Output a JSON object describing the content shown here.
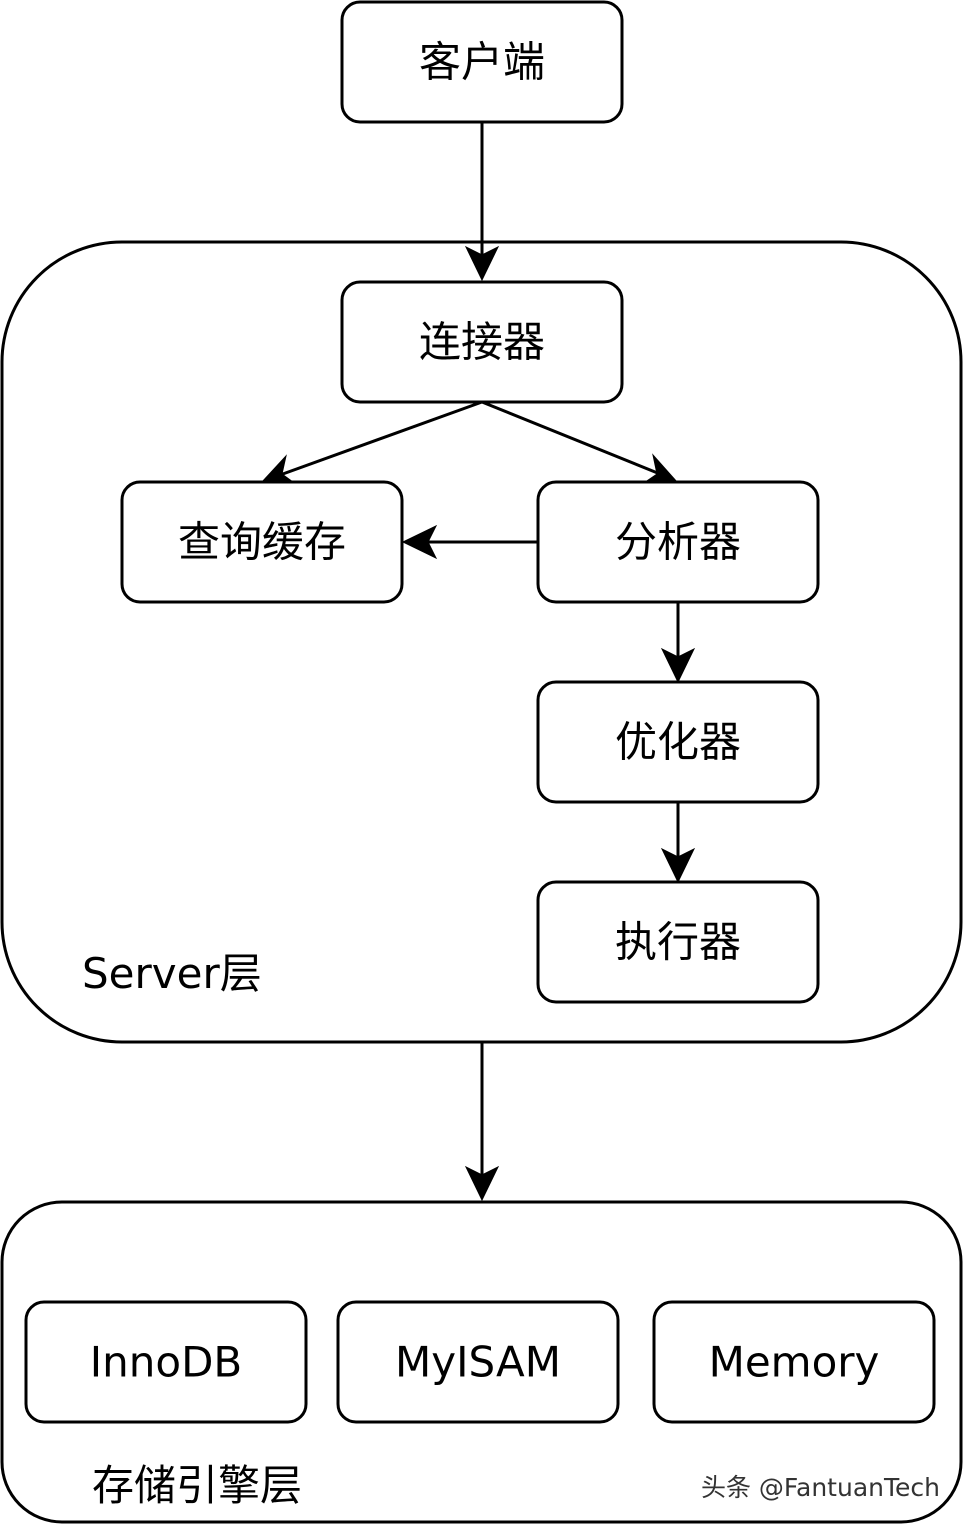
{
  "layers": {
    "server": {
      "label": "Server层"
    },
    "storage": {
      "label": "存储引擎层"
    }
  },
  "nodes": {
    "client": {
      "label": "客户端"
    },
    "connector": {
      "label": "连接器"
    },
    "query_cache": {
      "label": "查询缓存"
    },
    "analyzer": {
      "label": "分析器"
    },
    "optimizer": {
      "label": "优化器"
    },
    "executor": {
      "label": "执行器"
    },
    "innodb": {
      "label": "InnoDB"
    },
    "myisam": {
      "label": "MyISAM"
    },
    "memory": {
      "label": "Memory"
    }
  },
  "edges": [
    {
      "from": "client",
      "to": "connector"
    },
    {
      "from": "connector",
      "to": "query_cache"
    },
    {
      "from": "connector",
      "to": "analyzer"
    },
    {
      "from": "analyzer",
      "to": "query_cache"
    },
    {
      "from": "analyzer",
      "to": "optimizer"
    },
    {
      "from": "optimizer",
      "to": "executor"
    },
    {
      "from": "server",
      "to": "storage"
    }
  ],
  "watermark": {
    "text": "头条 @FantuanTech"
  },
  "colors": {
    "stroke": "#000000",
    "background": "#ffffff",
    "text": "#000000"
  }
}
